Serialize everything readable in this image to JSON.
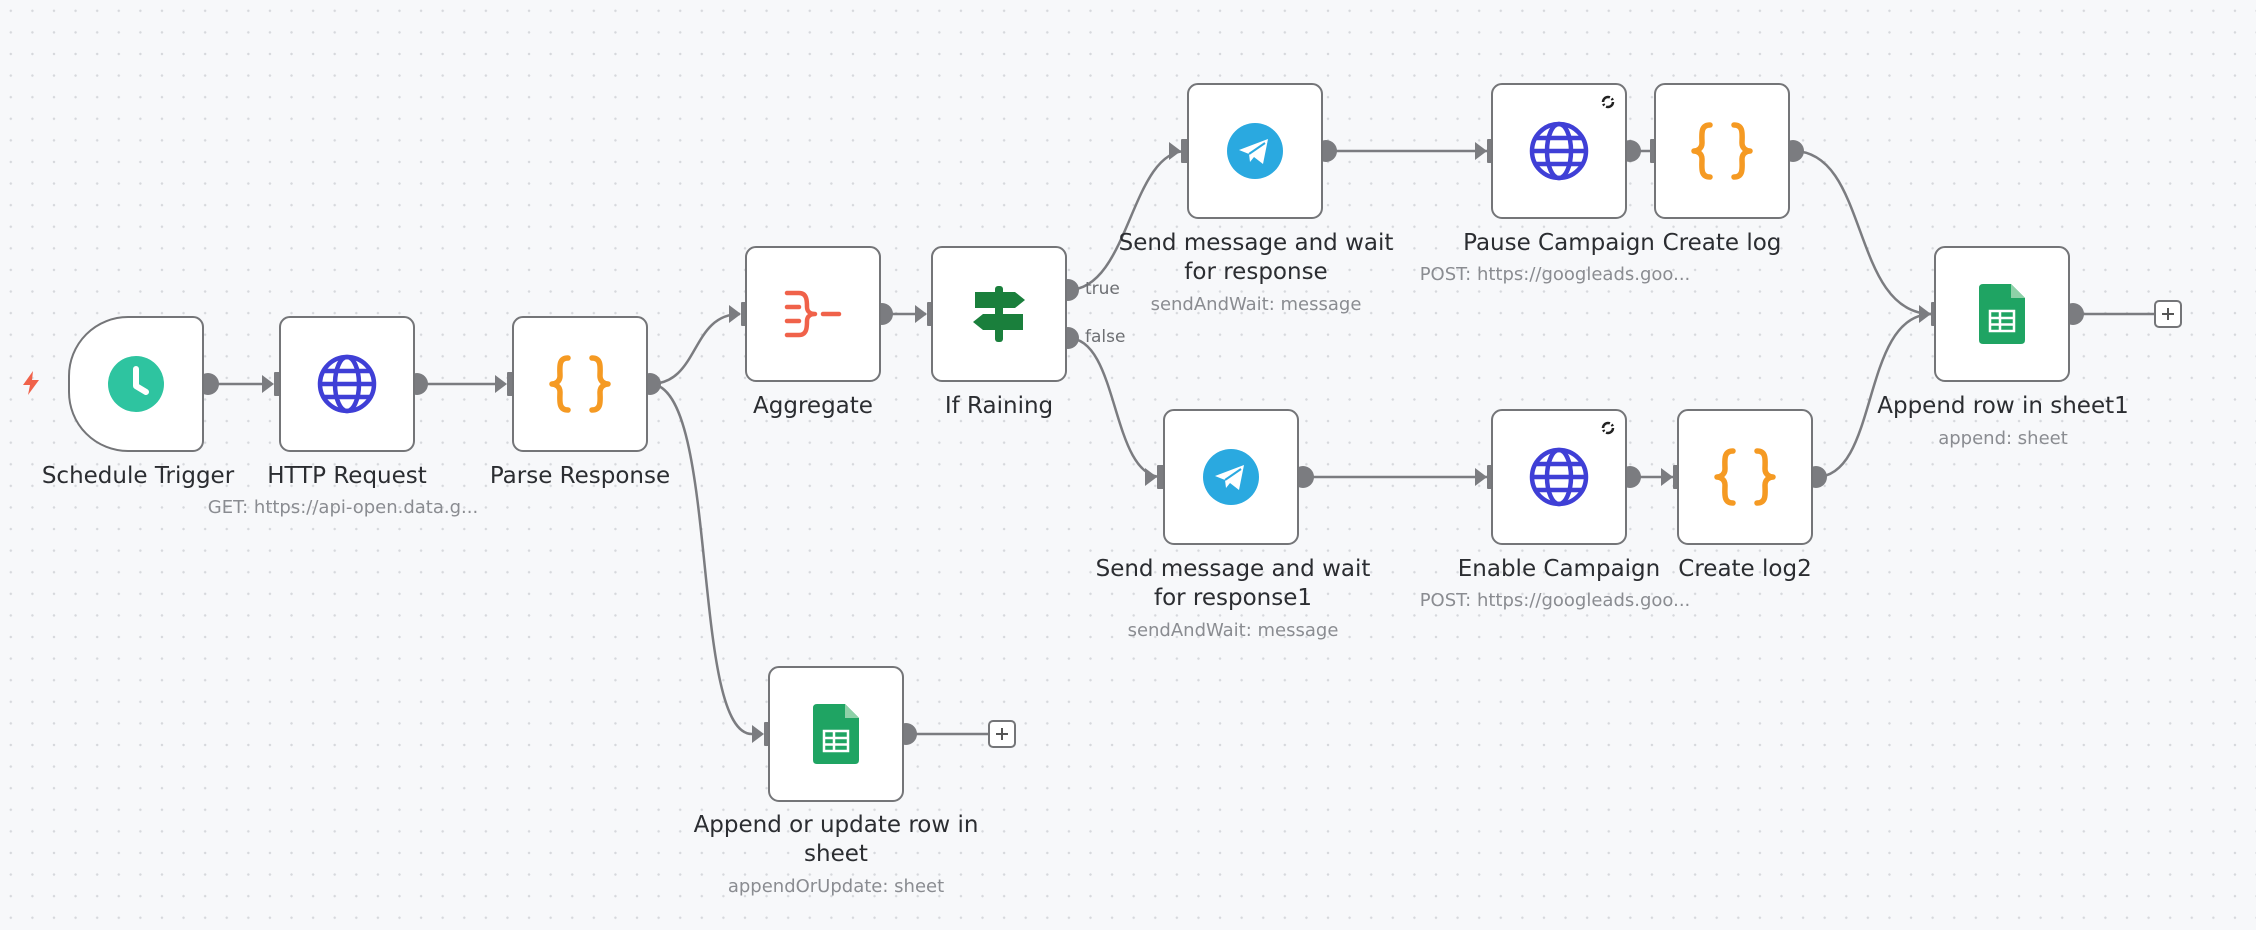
{
  "colors": {
    "edge": "#7b7c80",
    "node_border": "#747578",
    "schedule": "#2ec4a0",
    "http": "#3f3fd6",
    "code": "#f59a23",
    "aggregate": "#f0624a",
    "if": "#1a7f3c",
    "telegram": "#2aa9e0",
    "sheets": "#1fa463",
    "trigger_bolt": "#f0624a"
  },
  "nodes": {
    "schedule_trigger": {
      "label": "Schedule Trigger",
      "icon": "clock-icon"
    },
    "http_request": {
      "label": "HTTP Request",
      "subtitle": "GET: https://api-open.data.g...",
      "icon": "globe-icon"
    },
    "parse_response": {
      "label": "Parse Response",
      "icon": "code-braces-icon"
    },
    "aggregate": {
      "label": "Aggregate",
      "icon": "aggregate-icon"
    },
    "if_raining": {
      "label": "If Raining",
      "icon": "signpost-icon",
      "branches": [
        "true",
        "false"
      ]
    },
    "send_wait": {
      "label_line1": "Send message and wait",
      "label_line2": "for response",
      "subtitle": "sendAndWait: message",
      "icon": "telegram-icon"
    },
    "send_wait1": {
      "label_line1": "Send message and wait",
      "label_line2": "for response1",
      "subtitle": "sendAndWait: message",
      "icon": "telegram-icon"
    },
    "pause_campaign": {
      "label": "Pause Campaign",
      "subtitle": "POST: https://googleads.goo...",
      "icon": "globe-icon"
    },
    "enable_campaign": {
      "label": "Enable Campaign",
      "subtitle": "POST: https://googleads.goo...",
      "icon": "globe-icon"
    },
    "create_log": {
      "label": "Create log",
      "icon": "code-braces-icon"
    },
    "create_log2": {
      "label": "Create log2",
      "icon": "code-braces-icon"
    },
    "append_row": {
      "label": "Append row in sheet1",
      "subtitle": "append: sheet",
      "icon": "google-sheets-icon"
    },
    "append_update": {
      "label_line1": "Append or update row in",
      "label_line2": "sheet",
      "subtitle": "appendOrUpdate: sheet",
      "icon": "google-sheets-icon"
    }
  }
}
